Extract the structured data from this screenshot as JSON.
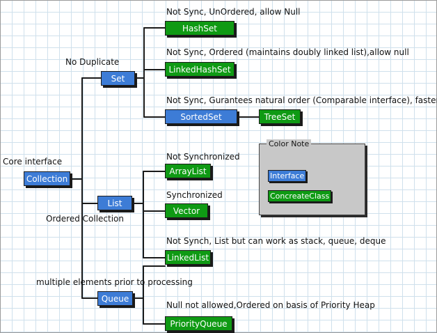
{
  "nodes": {
    "collection": "Collection",
    "set": "Set",
    "list": "List",
    "queue": "Queue",
    "hashset": "HashSet",
    "linkedhashset": "LinkedHashSet",
    "sortedset": "SortedSet",
    "treeset": "TreeSet",
    "arraylist": "ArrayList",
    "vector": "Vector",
    "linkedlist": "LinkedList",
    "priorityqueue": "PriorityQueue"
  },
  "labels": {
    "core_interface": "Core interface",
    "no_duplicate": "No Duplicate",
    "ordered_collection": "Ordered Collection",
    "multiple_elements": "multiple elements prior to processing",
    "hashset_desc": "Not Sync, UnOrdered, allow Null",
    "linkedhashset_desc": "Not Sync, Ordered (maintains doubly linked list),allow null",
    "sortedset_desc": "Not Sync, Gurantees natural order (Comparable interface), faster",
    "arraylist_desc": "Not Synchronized",
    "vector_desc": "Synchronized",
    "linkedlist_desc": "Not Synch, List but can work as stack, queue, deque",
    "priorityqueue_desc": "Null not allowed,Ordered on basis of Priority Heap"
  },
  "legend": {
    "title": "Color Note",
    "interface": "Interface",
    "concrete": "ConcreateClass"
  },
  "colors": {
    "interface": "#3d7cd6",
    "concrete": "#0f9a14",
    "note_bg": "#c8c8c8"
  }
}
